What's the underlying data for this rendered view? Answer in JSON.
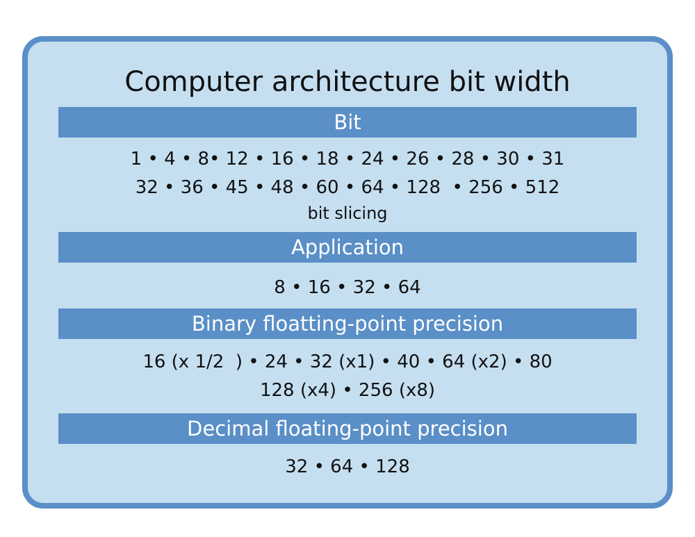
{
  "title": "Computer architecture bit width",
  "sections": [
    {
      "header": "Bit",
      "lines": [
        "1 • 4 • 8• 12 • 16 • 18 • 24 • 26 • 28 • 30 • 31",
        "32 • 36 • 45 • 48 • 60 • 64 • 128  • 256 • 512",
        "bit slicing"
      ]
    },
    {
      "header": "Application",
      "lines": [
        "8 • 16 • 32 • 64"
      ]
    },
    {
      "header": "Binary floatting-point precision",
      "lines": [
        "16 (x 1/2  ) • 24 • 32 (x1) • 40 • 64 (x2) • 80",
        "128 (x4) • 256 (x8)"
      ]
    },
    {
      "header": "Decimal floating-point precision",
      "lines": [
        "32 • 64 • 128"
      ]
    }
  ],
  "colors": {
    "border": "#5a8fc7",
    "panel_background": "#c5dff1",
    "header_bar": "#5a8fc7",
    "header_text": "#ffffff",
    "body_text": "#111111"
  }
}
